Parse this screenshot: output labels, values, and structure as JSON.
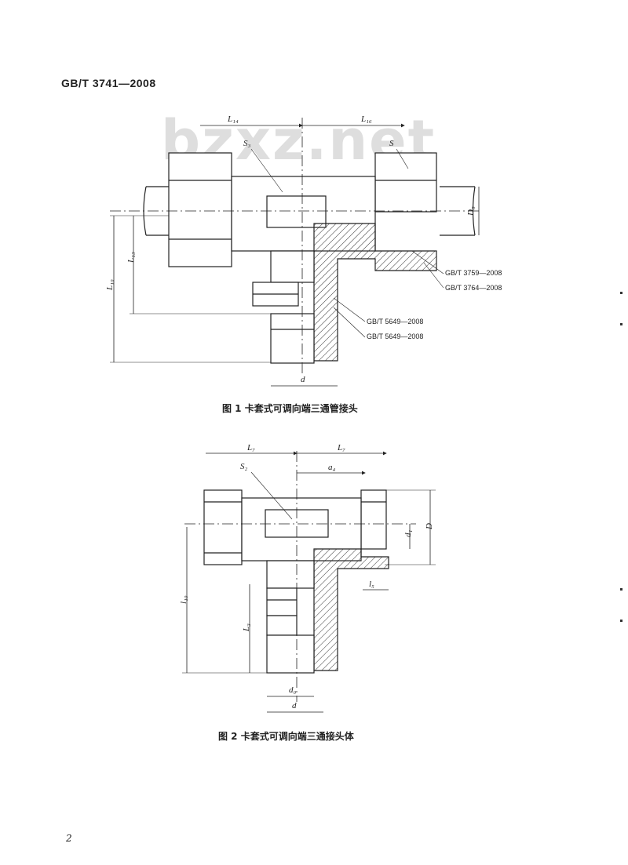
{
  "header": {
    "standard": "GB/T 3741—2008"
  },
  "watermark": "bzxz.net",
  "figure1": {
    "caption": "图 1   卡套式可调向端三通管接头",
    "labels": {
      "L14": "L₁₄",
      "L16": "L₁₆",
      "S3": "S₃",
      "S": "S",
      "D0": "D₀",
      "L10": "L₁₀",
      "L13": "L₁₃",
      "d": "d"
    },
    "refs": [
      "GB/T 3759—2008",
      "GB/T 3764—2008",
      "GB/T 5649—2008",
      "GB/T 5649—2008"
    ]
  },
  "figure2": {
    "caption": "图 2   卡套式可调向端三通接头体",
    "labels": {
      "L7a": "L₇",
      "L7b": "L₇",
      "S2": "S₂",
      "a": "a₄",
      "D": "D",
      "d1": "d₁",
      "l5": "l₅",
      "l10": "l₁₀",
      "L3": "L₃",
      "d0": "d₀",
      "d": "d"
    }
  },
  "page": {
    "number": "2"
  }
}
